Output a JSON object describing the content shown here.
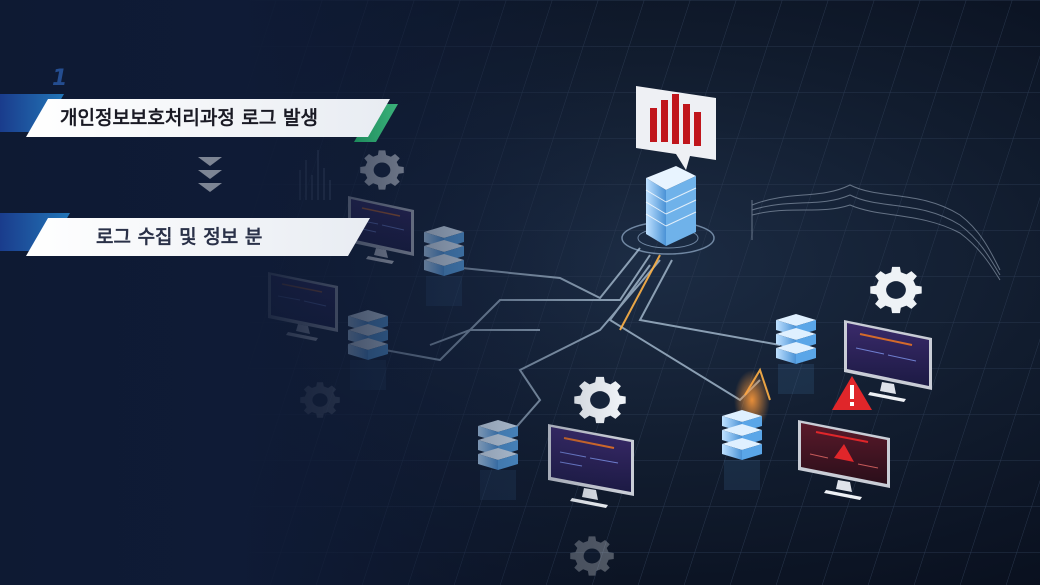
{
  "step": {
    "number": "1"
  },
  "banners": [
    {
      "label": "개인정보보호처리과정 로그 발생"
    },
    {
      "label": "로그 수집 및 정보 분"
    }
  ],
  "icons": {
    "gear": "gear-icon",
    "server": "server-icon",
    "monitor": "monitor-icon",
    "warning": "warning-icon",
    "chart": "bar-chart-icon",
    "chevrons": "chevron-down-icon"
  },
  "colors": {
    "background": "#0b1322",
    "panel_navy": "#0f1b36",
    "accent_blue": "#2276b8",
    "accent_green": "#3bb27a",
    "server_blue": "#5aa6e8",
    "alert_red": "#e0262a",
    "circuit_line": "#9fb4c8"
  }
}
